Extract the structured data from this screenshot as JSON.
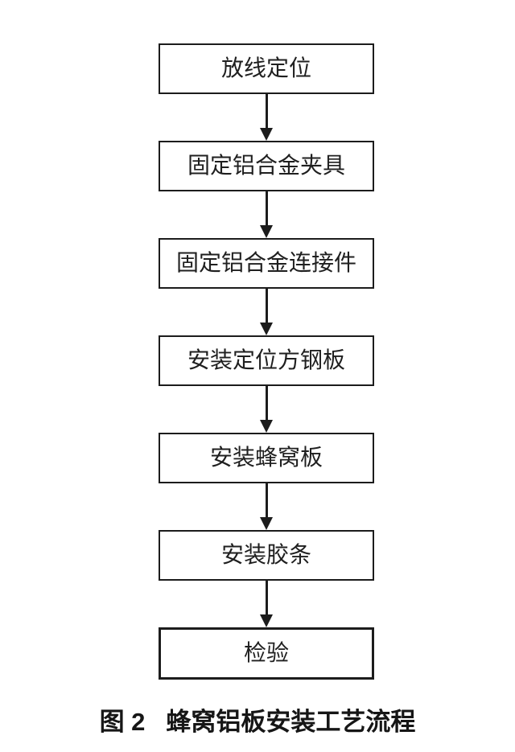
{
  "page": {
    "background_color": "#ffffff",
    "line_color": "#1c1c1c",
    "text_color": "#1f1f1f"
  },
  "flowchart": {
    "direction": "top-to-bottom",
    "connector": "arrow-down",
    "steps": [
      {
        "label": "放线定位"
      },
      {
        "label": "固定铝合金夹具"
      },
      {
        "label": "固定铝合金连接件"
      },
      {
        "label": "安装定位方钢板"
      },
      {
        "label": "安装蜂窝板"
      },
      {
        "label": "安装胶条"
      },
      {
        "label": "检验"
      }
    ]
  },
  "caption": {
    "label": "图 2",
    "title": "蜂窝铝板安装工艺流程"
  }
}
